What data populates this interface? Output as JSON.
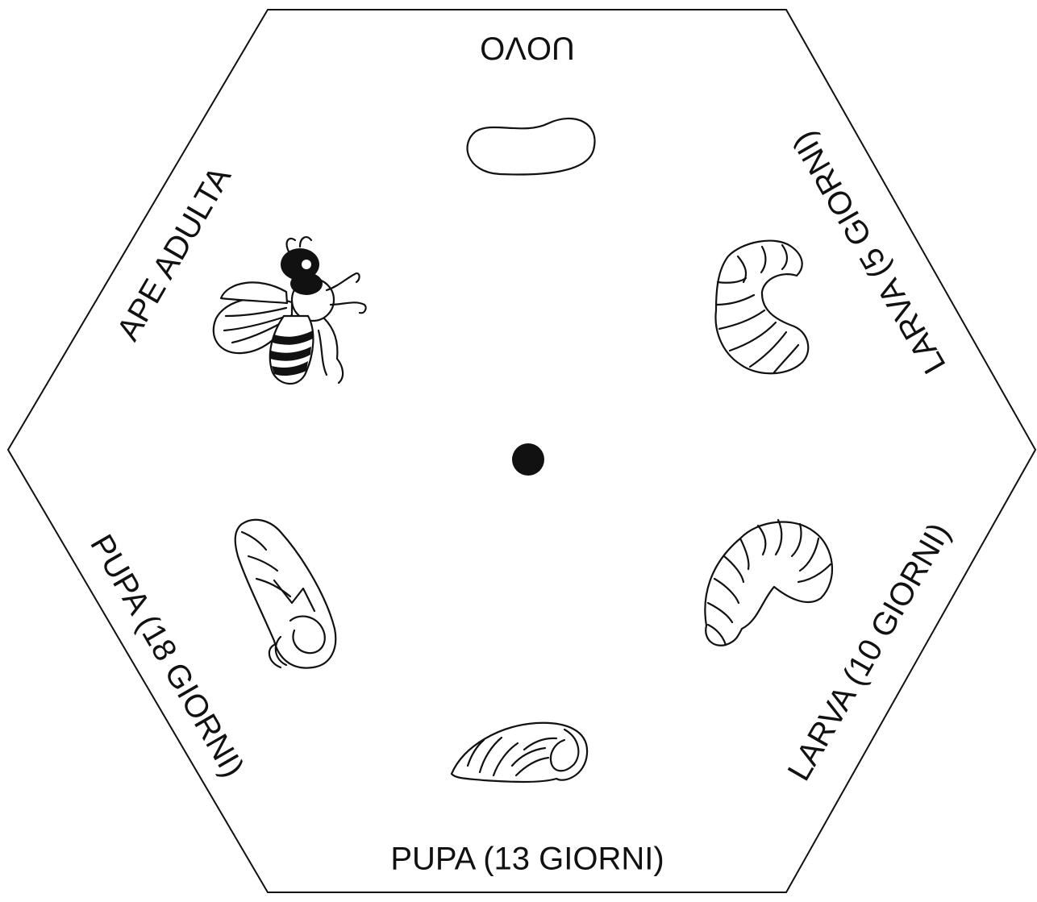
{
  "diagram": {
    "stages": [
      {
        "id": "egg",
        "label": "UOVO"
      },
      {
        "id": "larva5",
        "label": "LARVA (5 GIORNI)"
      },
      {
        "id": "larva10",
        "label": "LARVA (10 GIORNI)"
      },
      {
        "id": "pupa13",
        "label": "PUPA (13 GIORNI)"
      },
      {
        "id": "pupa18",
        "label": "PUPA (18 GIORNI)"
      },
      {
        "id": "adult",
        "label": "APE ADULTA"
      }
    ],
    "colors": {
      "line": "#111111",
      "background": "#ffffff",
      "pivot": "#111111"
    }
  }
}
